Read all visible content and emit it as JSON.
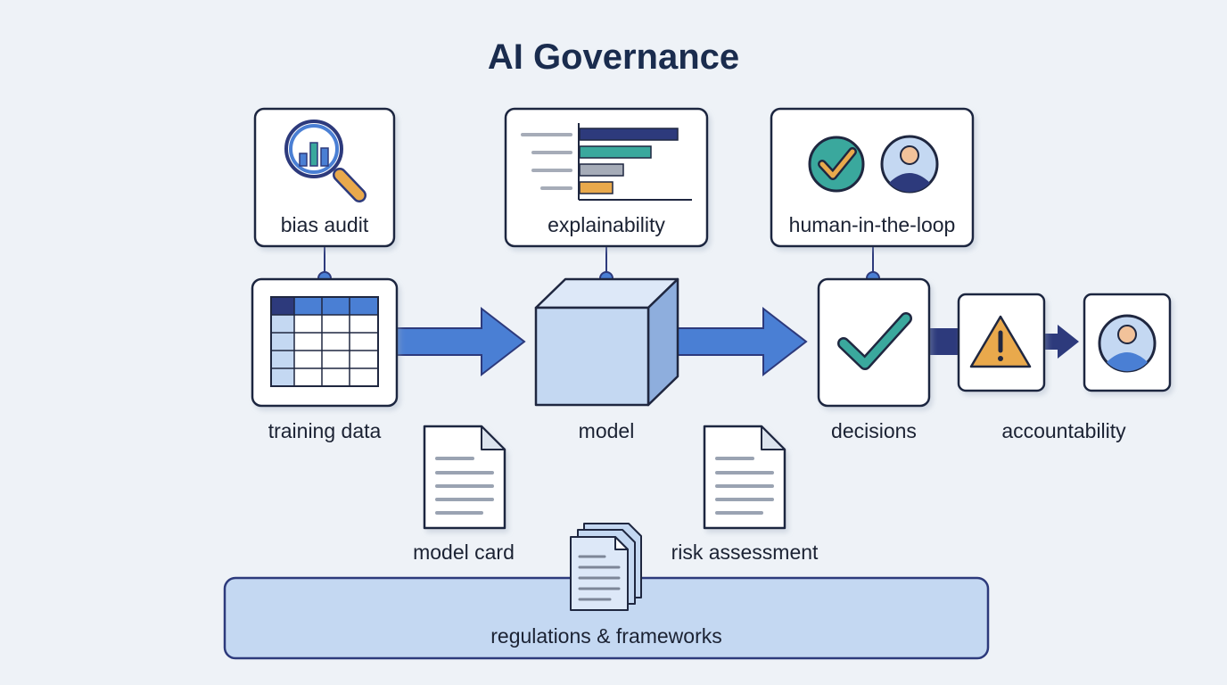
{
  "title": "AI Governance",
  "oversight": {
    "bias_audit": "bias audit",
    "explainability": "explainability",
    "human_in_the_loop": "human-in-the-loop"
  },
  "pipeline": {
    "training_data": "training data",
    "model": "model",
    "decisions": "decisions",
    "accountability": "accountability"
  },
  "documents": {
    "model_card": "model card",
    "risk_assessment": "risk assessment"
  },
  "foundation": {
    "label": "regulations & frameworks"
  },
  "colors": {
    "navy": "#2d3a7c",
    "blue": "#4a7fd4",
    "light_blue": "#c4d8f2",
    "teal": "#3aa89d",
    "orange": "#e9a94c",
    "background": "#eef2f7"
  }
}
